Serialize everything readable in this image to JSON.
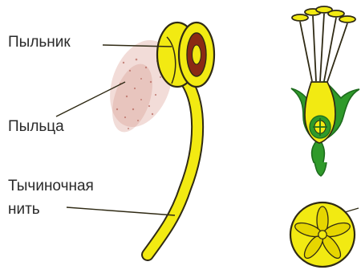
{
  "labels": {
    "anther": "Пыльник",
    "pollen": "Пыльца",
    "filament_line1": "Тычиночная",
    "filament_line2": "нить"
  },
  "colors": {
    "yellow": "#f2ea12",
    "outline": "#2f2a14",
    "red_brown": "#8a2a14",
    "green": "#2f9a2a",
    "dark_green": "#1d6b1d",
    "pollen_pink": "#d8a39b",
    "label_text": "#2a2a2a"
  }
}
